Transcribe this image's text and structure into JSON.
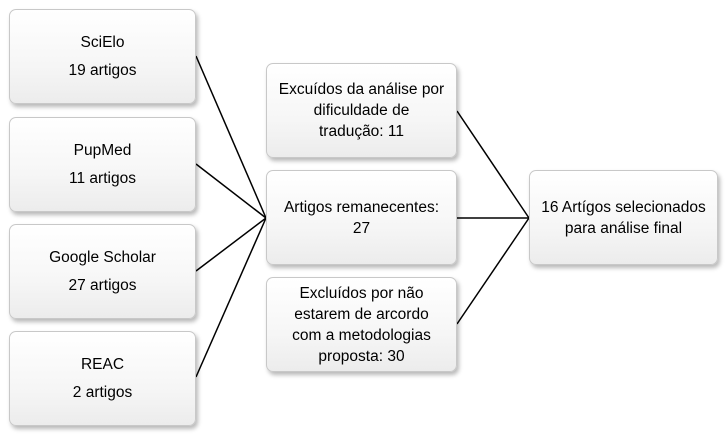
{
  "sources": [
    {
      "name": "SciElo",
      "count": "19 artigos"
    },
    {
      "name": "PupMed",
      "count": "11 artigos"
    },
    {
      "name": "Google Scholar",
      "count": "27 artigos"
    },
    {
      "name": "REAC",
      "count": "2 artigos"
    }
  ],
  "middle": [
    {
      "lines": [
        "Excuídos da análise por",
        "dificuldade de",
        "tradução: 11"
      ]
    },
    {
      "lines": [
        "Artigos remanecentes:",
        "27"
      ]
    },
    {
      "lines": [
        "Excluídos por não",
        "estarem de arcordo",
        "com a metodologias",
        "proposta: 30"
      ]
    }
  ],
  "final": {
    "lines": [
      "16 Artígos selecionados",
      "para  análise final"
    ]
  }
}
